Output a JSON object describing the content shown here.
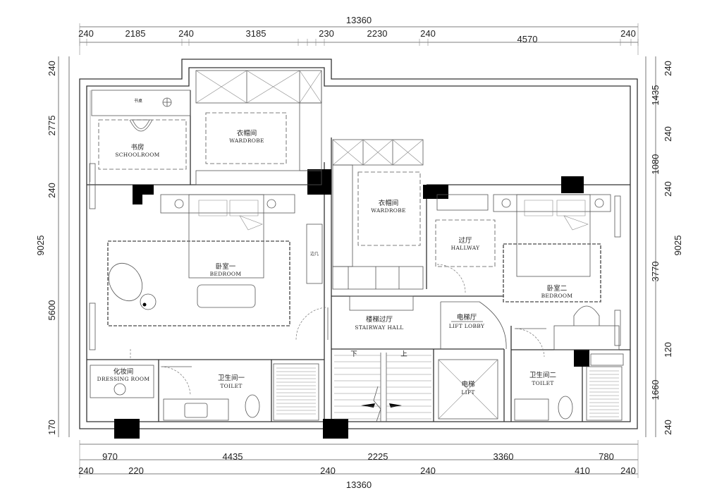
{
  "dimensions": {
    "top_total": "13360",
    "top": [
      "240",
      "2185",
      "240",
      "3185",
      "230",
      "2230",
      "240",
      "4570",
      "240"
    ],
    "bottom": [
      "970",
      "4435",
      "2225",
      "3360",
      "780"
    ],
    "bottom_sub": [
      "240",
      "220",
      "240",
      "240",
      "410",
      "240"
    ],
    "bottom_total": "13360",
    "left": [
      "240",
      "2775",
      "240",
      "5600",
      "170"
    ],
    "left_total": "9025",
    "right": [
      "240",
      "1435",
      "240",
      "1080",
      "240",
      "3770",
      "120",
      "1660",
      "240"
    ],
    "right_total": "9025"
  },
  "rooms": {
    "study": {
      "cn": "书房",
      "en": "SCHOOLROOM"
    },
    "wardrobe1": {
      "cn": "衣帽间",
      "en": "WARDROBE"
    },
    "wardrobe2": {
      "cn": "衣帽间",
      "en": "WARDROBE"
    },
    "bedroom1": {
      "cn": "卧室一",
      "en": "BEDROOM"
    },
    "bedroom2": {
      "cn": "卧室二",
      "en": "BEDROOM"
    },
    "hallway": {
      "cn": "过厅",
      "en": "HALLWAY"
    },
    "stair_hall": {
      "cn": "楼梯过厅",
      "en": "STAIRWAY HALL"
    },
    "lift_lobby": {
      "cn": "电梯厅",
      "en": "LIFT LOBBY"
    },
    "lift": {
      "cn": "电梯",
      "en": "LIFT"
    },
    "dressing": {
      "cn": "化妆间",
      "en": "DRESSING ROOM"
    },
    "toilet1": {
      "cn": "卫生间一",
      "en": "TOILET"
    },
    "toilet2": {
      "cn": "卫生间二",
      "en": "TOILET"
    }
  },
  "furniture": {
    "desk": "书桌",
    "side_table": "边几"
  },
  "stairs": {
    "down": "下",
    "up": "上"
  }
}
